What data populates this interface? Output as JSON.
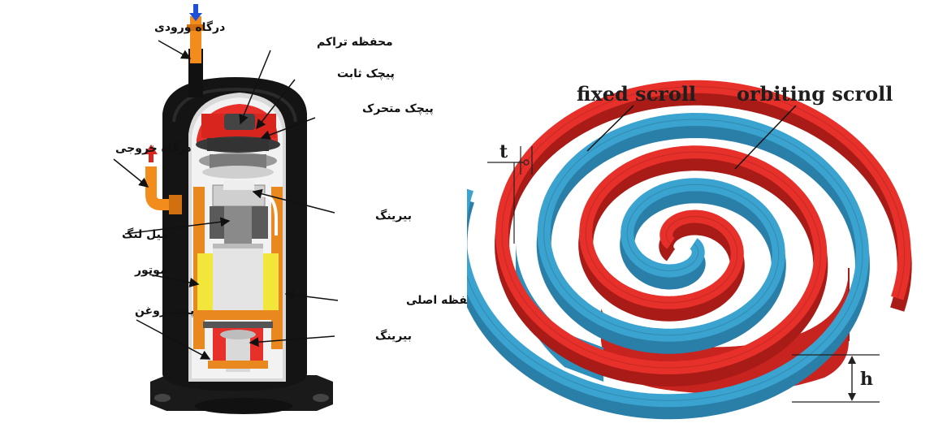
{
  "compressor_diagram": {
    "labels": {
      "inlet_port": "درگاه ورودی",
      "compression_chamber": "محفظه تراکم",
      "fixed_scroll": "پیچک ثابت",
      "orbiting_scroll": "پیچک متحرک",
      "outlet_port": "درگاه خروجی",
      "upper_bearing": "بیرینگ",
      "crankshaft": "میل لنگ",
      "motor": "موتور",
      "main_housing": "محفظه اصلی",
      "oil_pump": "پمپ روغن",
      "lower_bearing": "بیرینگ"
    }
  },
  "scroll_diagram": {
    "labels": {
      "fixed_scroll": "fixed scroll",
      "orbiting_scroll": "orbiting scroll",
      "thickness": "t",
      "height": "h"
    },
    "colors": {
      "fixed_scroll": "#3ba3cf",
      "orbiting_scroll": "#e8302b"
    }
  }
}
